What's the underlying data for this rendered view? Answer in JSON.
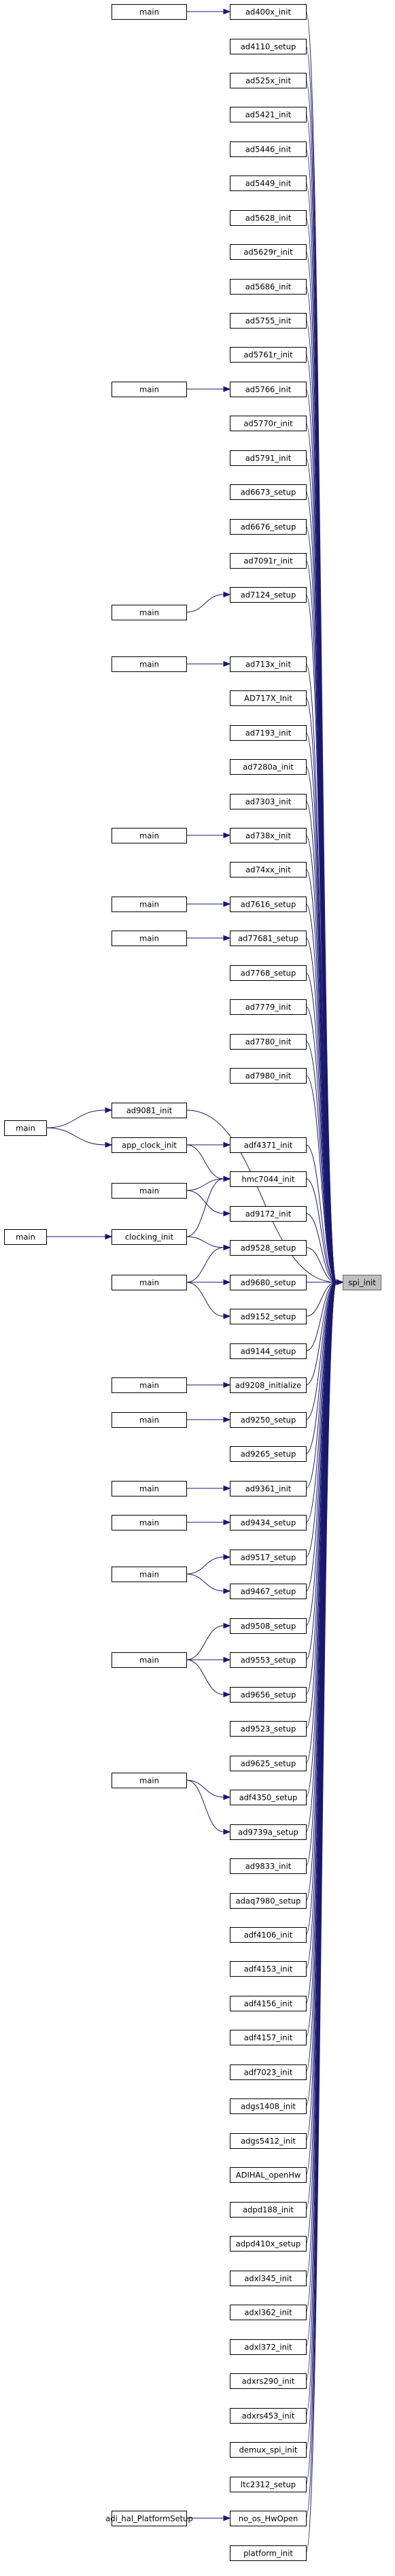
{
  "graph": {
    "kind": "doxygen caller graph",
    "target": "spi_init",
    "nodes": {
      "main0": "main",
      "main1": "main",
      "main2": "main",
      "main3": "main",
      "main4": "main",
      "main5": "main",
      "main6": "main",
      "main_a": "main",
      "main7": "main",
      "main_b": "main",
      "main8": "main",
      "main9": "main",
      "main10": "main",
      "main11": "main",
      "main12": "main",
      "main13": "main",
      "main14": "main",
      "main15": "main",
      "clocking_init": "clocking_init",
      "app_clock_init": "app_clock_init",
      "adi_hal_platform": "adi_hal_PlatformSetup",
      "ad400x_init": "ad400x_init",
      "ad4110_setup": "ad4110_setup",
      "ad525x_init": "ad525x_init",
      "ad5421_init": "ad5421_init",
      "ad5446_init": "ad5446_init",
      "ad5449_init": "ad5449_init",
      "ad5628_init": "ad5628_init",
      "ad5629r_init": "ad5629r_init",
      "ad5686_init": "ad5686_init",
      "ad5755_init": "ad5755_init",
      "ad5761r_init": "ad5761r_init",
      "ad5766_init": "ad5766_init",
      "ad5770r_init": "ad5770r_init",
      "ad5791_init": "ad5791_init",
      "ad6673_setup": "ad6673_setup",
      "ad6676_setup": "ad6676_setup",
      "ad7091r_init": "ad7091r_init",
      "ad7124_setup": "ad7124_setup",
      "ad713x_init": "ad713x_init",
      "AD717X_Init": "AD717X_Init",
      "ad7193_init": "ad7193_init",
      "ad7280a_init": "ad7280a_init",
      "ad7303_init": "ad7303_init",
      "ad738x_init": "ad738x_init",
      "ad74xx_init": "ad74xx_init",
      "ad7616_setup": "ad7616_setup",
      "ad77681_setup": "ad77681_setup",
      "ad7768_setup": "ad7768_setup",
      "ad7779_init": "ad7779_init",
      "ad7780_init": "ad7780_init",
      "ad7980_init": "ad7980_init",
      "ad9081_init": "ad9081_init",
      "adf4371_init": "adf4371_init",
      "hmc7044_init": "hmc7044_init",
      "ad9172_init": "ad9172_init",
      "ad9528_setup": "ad9528_setup",
      "ad9680_setup": "ad9680_setup",
      "ad9152_setup": "ad9152_setup",
      "ad9144_setup": "ad9144_setup",
      "ad9208_initialize": "ad9208_initialize",
      "ad9250_setup": "ad9250_setup",
      "ad9265_setup": "ad9265_setup",
      "ad9361_init": "ad9361_init",
      "ad9434_setup": "ad9434_setup",
      "ad9517_setup": "ad9517_setup",
      "ad9467_setup": "ad9467_setup",
      "ad9508_setup": "ad9508_setup",
      "ad9553_setup": "ad9553_setup",
      "ad9656_setup": "ad9656_setup",
      "ad9523_setup": "ad9523_setup",
      "ad9625_setup": "ad9625_setup",
      "adf4350_setup": "adf4350_setup",
      "ad9739a_setup": "ad9739a_setup",
      "ad9833_init": "ad9833_init",
      "adaq7980_setup": "adaq7980_setup",
      "adf4106_init": "adf4106_init",
      "adf4153_init": "adf4153_init",
      "adf4156_init": "adf4156_init",
      "adf4157_init": "adf4157_init",
      "adf7023_init": "adf7023_init",
      "adgs1408_init": "adgs1408_init",
      "adgs5412_init": "adgs5412_init",
      "ADIHAL_openHw": "ADIHAL_openHw",
      "adpd188_init": "adpd188_init",
      "adpd410x_setup": "adpd410x_setup",
      "adxl345_init": "adxl345_init",
      "adxl362_init": "adxl362_init",
      "adxl372_init": "adxl372_init",
      "adxrs290_init": "adxrs290_init",
      "adxrs453_init": "adxrs453_init",
      "demux_spi_init": "demux_spi_init",
      "ltc2312_setup": "ltc2312_setup",
      "no_os_HwOpen": "no_os_HwOpen",
      "platform_init": "platform_init",
      "spi_init": "spi_init"
    }
  }
}
